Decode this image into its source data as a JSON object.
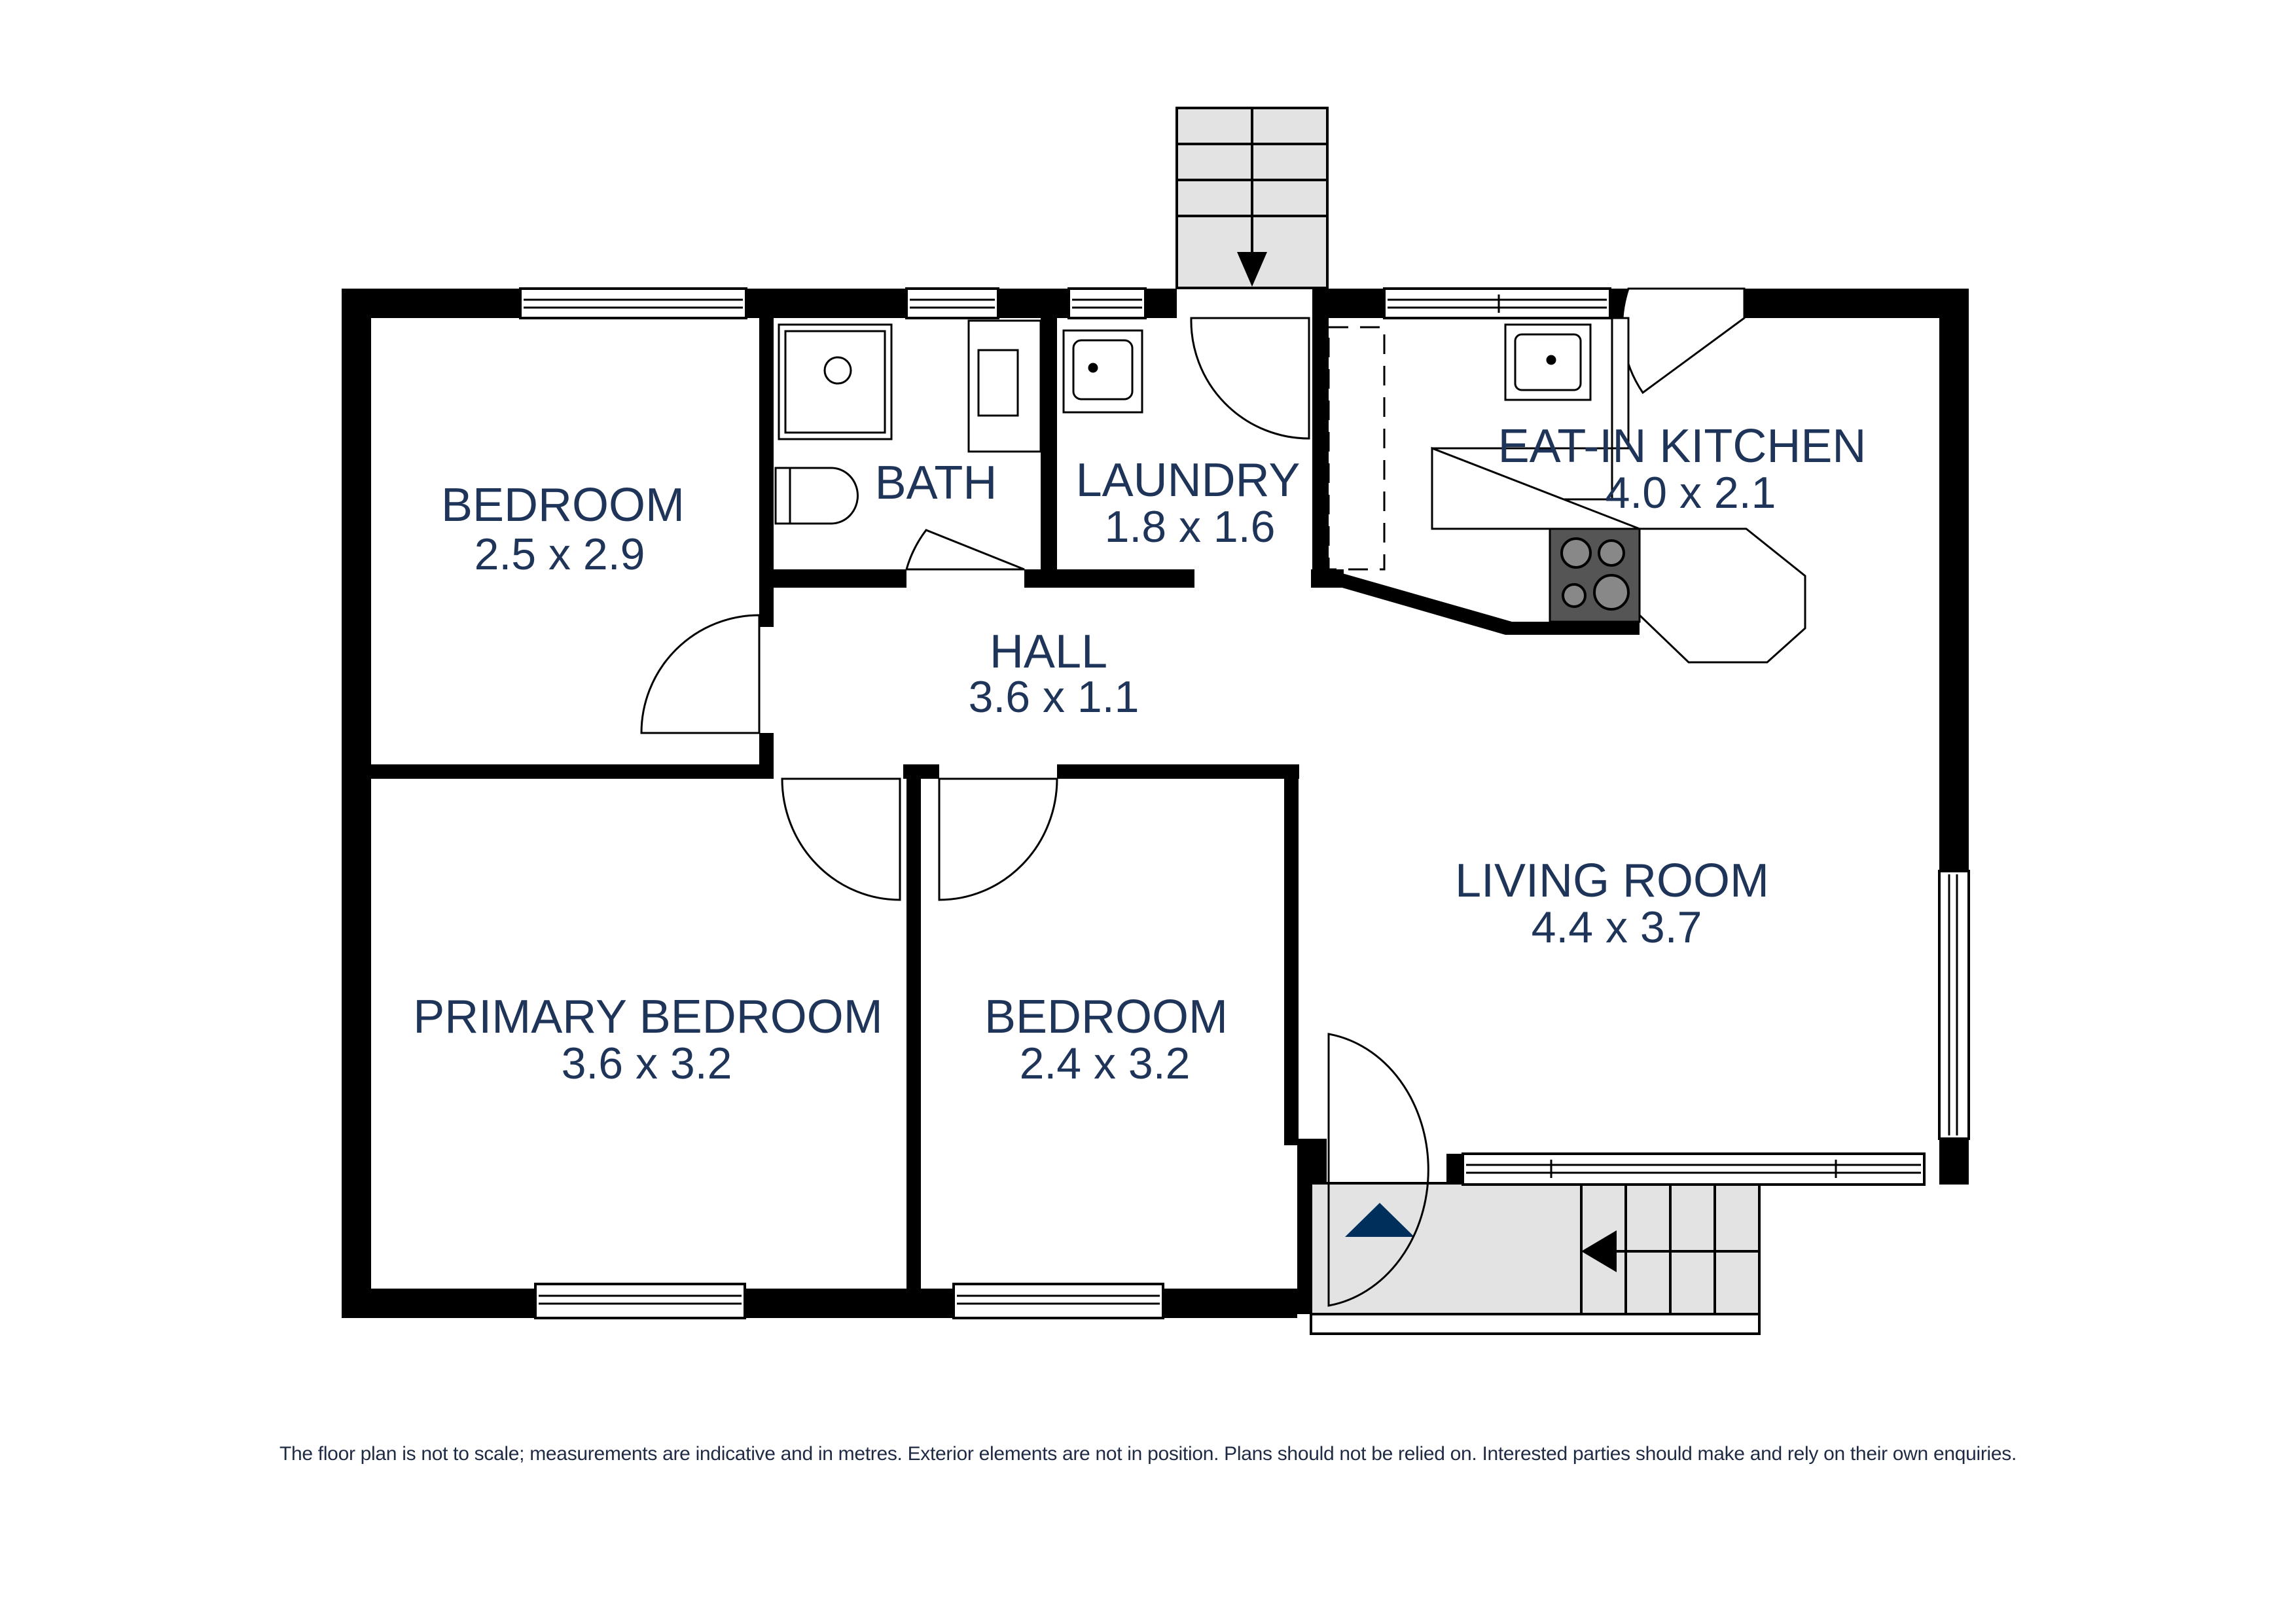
{
  "rooms": [
    {
      "name": "BEDROOM",
      "dims": "2.5 x 2.9"
    },
    {
      "name": "BATH",
      "dims": ""
    },
    {
      "name": "LAUNDRY",
      "dims": "1.8 x 1.6"
    },
    {
      "name": "EAT-IN KITCHEN",
      "dims": "4.0 x 2.1"
    },
    {
      "name": "HALL",
      "dims": "3.6 x 1.1"
    },
    {
      "name": "LIVING ROOM",
      "dims": "4.4 x 3.7"
    },
    {
      "name": "PRIMARY BEDROOM",
      "dims": "3.6 x 3.2"
    },
    {
      "name": "BEDROOM",
      "dims": "2.4 x 3.2"
    }
  ],
  "symbols": {
    "entry_marker": "entry-triangle",
    "stair_arrows": [
      "down-arrow",
      "left-arrow"
    ]
  },
  "colors": {
    "wall": "#000000",
    "label": "#1f3459",
    "entry_marker": "#002f5c",
    "stair_fill": "#e3e3e3",
    "cooktop": "#555555"
  },
  "footer": {
    "disclaimer": "The floor plan is not to scale; measurements are indicative and in metres. Exterior elements are not in position. Plans should not be relied on. Interested parties should make and rely on their own enquiries."
  }
}
